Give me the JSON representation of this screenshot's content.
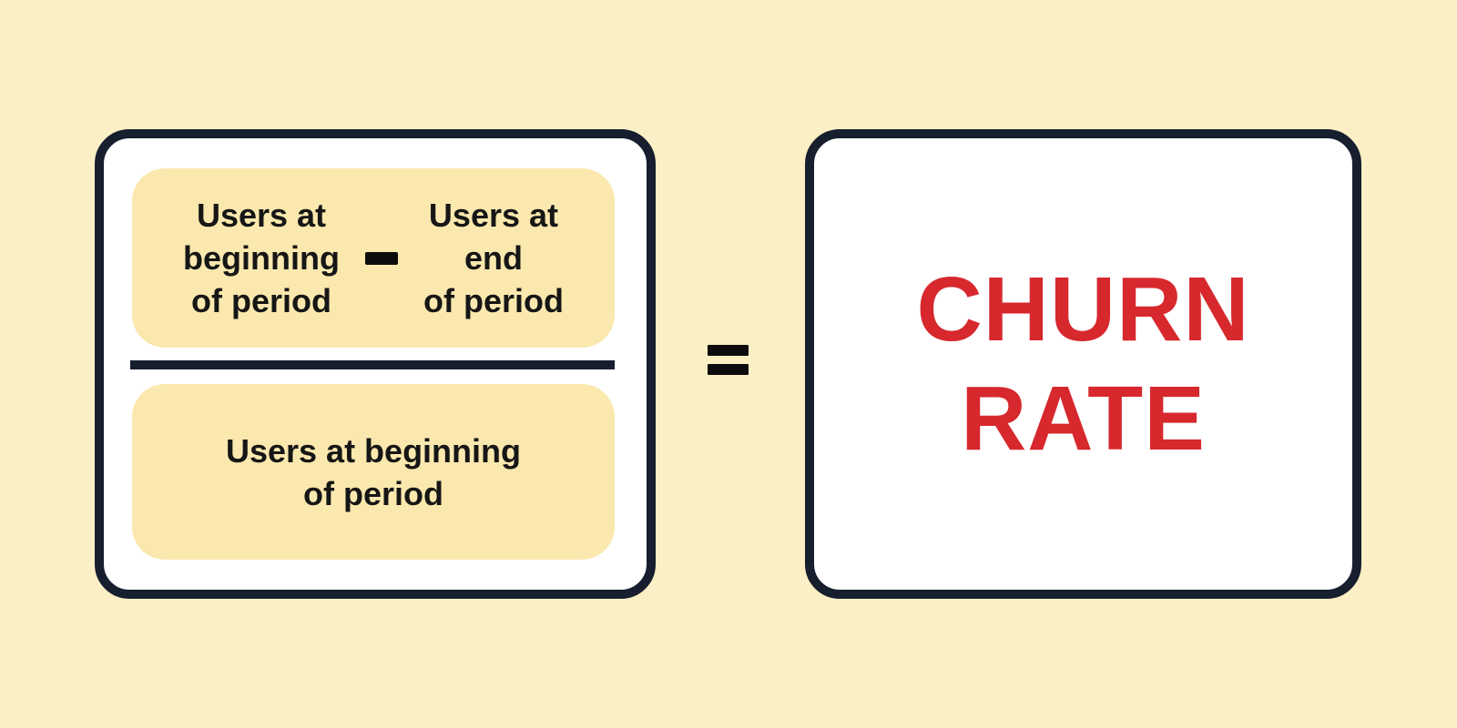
{
  "diagram": {
    "formula": {
      "numerator": {
        "minuend": "Users at\nbeginning\nof period",
        "operator_minus": "−",
        "subtrahend": "Users at\nend\nof period"
      },
      "denominator": "Users at beginning\nof period",
      "equals": "=",
      "result": "CHURN\nRATE"
    },
    "colors": {
      "background": "#FBEFC6",
      "operand_box": "#FAE8AE",
      "panel": "#FFFFFF",
      "outline": "#171E2E",
      "operator": "#0C0C0C",
      "operand_text": "#161616",
      "result_text": "#D7282E"
    }
  }
}
